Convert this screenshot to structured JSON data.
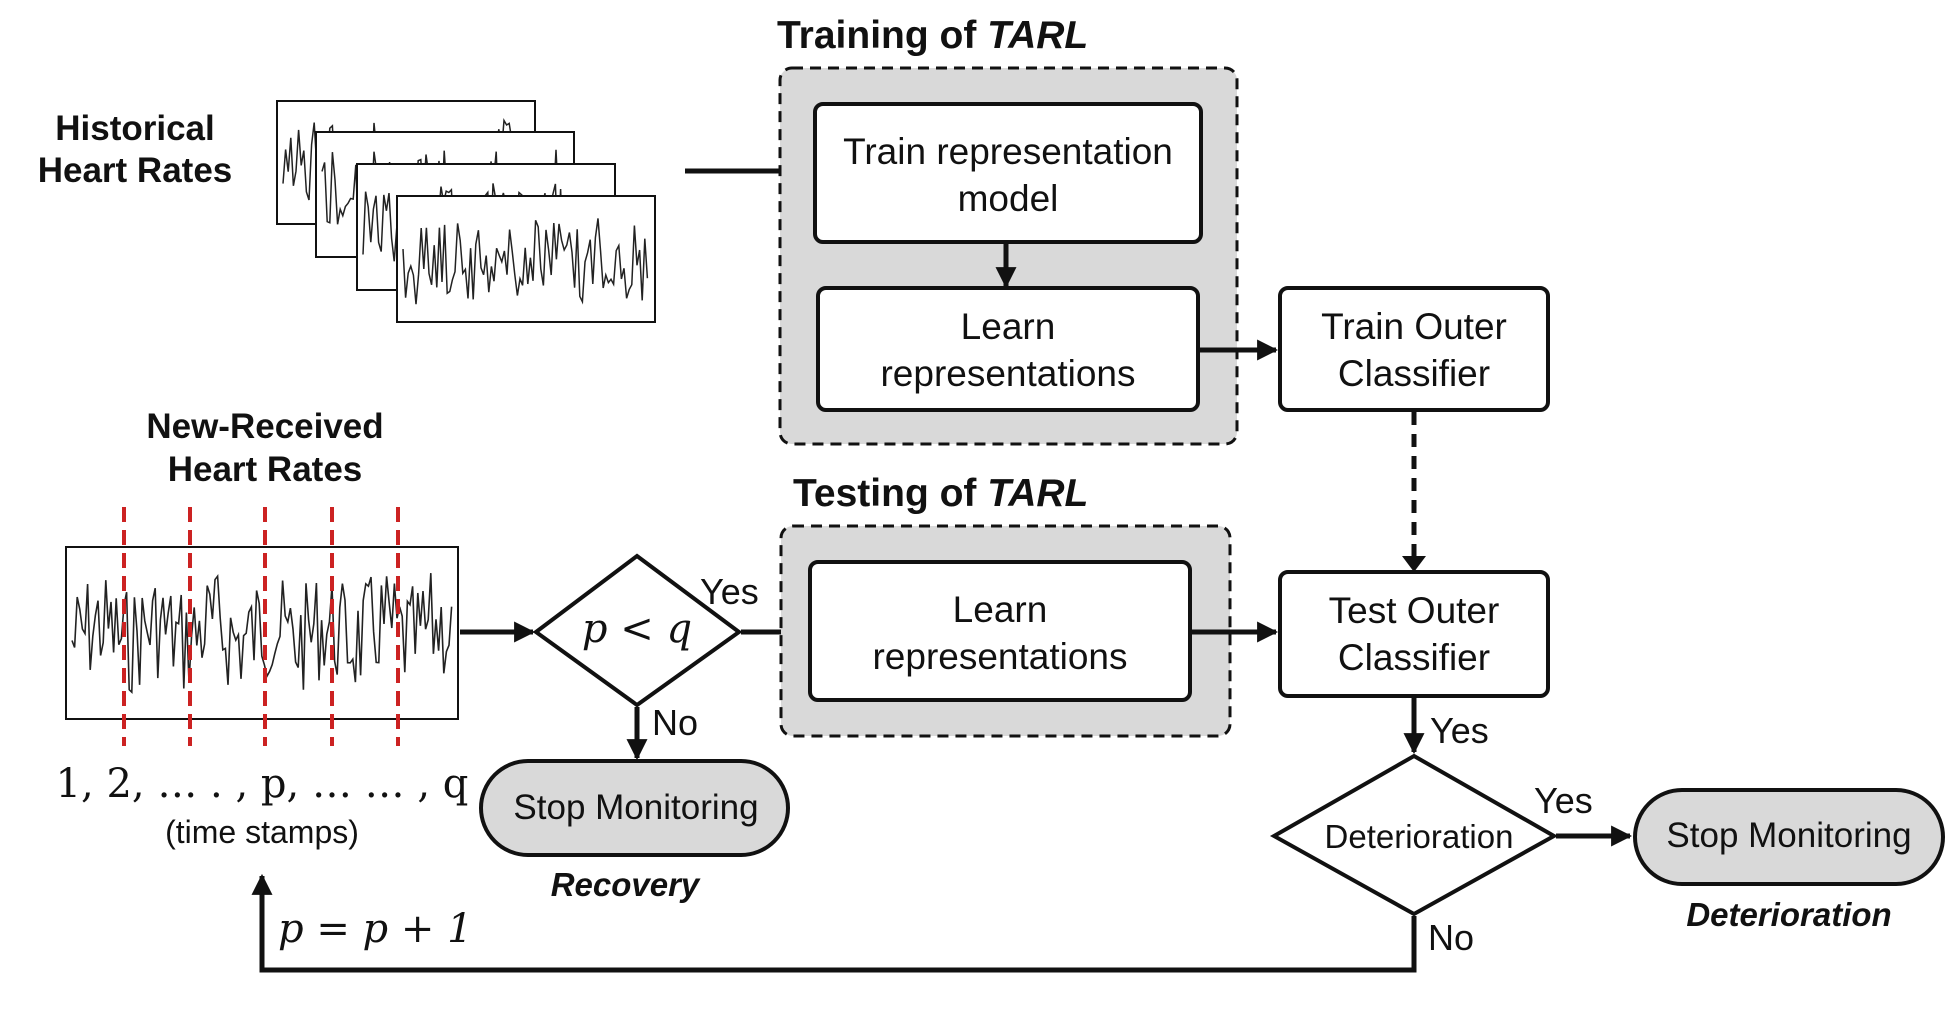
{
  "training": {
    "title_prefix": "Training of ",
    "title_italic": "TARL",
    "train_model_line1": "Train representation",
    "train_model_line2": "model",
    "learn_line1": "Learn",
    "learn_line2": "representations"
  },
  "testing": {
    "title_prefix": "Testing of ",
    "title_italic": "TARL",
    "learn_line1": "Learn",
    "learn_line2": "representations"
  },
  "historical": {
    "line1": "Historical",
    "line2": "Heart Rates"
  },
  "new_received": {
    "line1": "New-Received",
    "line2": "Heart Rates",
    "timestamps": "1, 2, … . , p, … … , q",
    "timestamps_caption": "(time stamps)"
  },
  "train_outer": {
    "line1": "Train Outer",
    "line2": "Classifier"
  },
  "test_outer": {
    "line1": "Test Outer",
    "line2": "Classifier"
  },
  "decision_pq": {
    "label": "p < q",
    "yes": "Yes",
    "no": "No"
  },
  "stop_left": {
    "label": "Stop Monitoring",
    "caption": "Recovery"
  },
  "decision_det": {
    "label": "Deterioration",
    "yes_top": "Yes",
    "yes_right": "Yes",
    "no": "No"
  },
  "stop_right": {
    "label": "Stop Monitoring",
    "caption": "Deterioration"
  },
  "loop_label": "p = p + 1",
  "colors": {
    "panel_fill": "#d9d9d9",
    "dash_red": "#cc2222",
    "stroke": "#111111"
  }
}
